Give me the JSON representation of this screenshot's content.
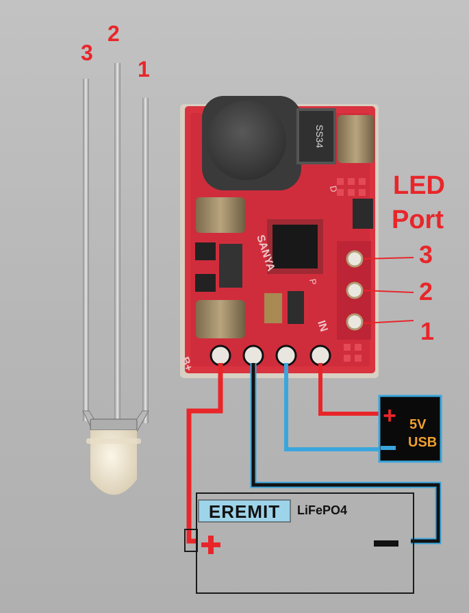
{
  "led_pin_labels": {
    "pin3": "3",
    "pin2": "2",
    "pin1": "1"
  },
  "led_port": {
    "title_line1": "LED",
    "title_line2": "Port",
    "pins": [
      "3",
      "2",
      "1"
    ]
  },
  "board": {
    "diode_marking": "SS34",
    "label_bplus": "B+",
    "label_in": "IN",
    "label_chip": "SANYA",
    "label_d": "D",
    "label_p": "P"
  },
  "usb": {
    "plus_symbol": "+",
    "line1": "5V",
    "line2": "USB",
    "minus_symbol": "-"
  },
  "battery": {
    "brand": "EREMIT",
    "chemistry": "LiFePO4",
    "plus_symbol": "+",
    "minus_symbol": "-"
  },
  "colors": {
    "wire_positive": "#e8262a",
    "wire_negative": "#111111",
    "wire_outline": "#3aa6dc",
    "pcb": "#d9333f",
    "label_red": "#e8262a",
    "usb_text": "#f0a030"
  }
}
